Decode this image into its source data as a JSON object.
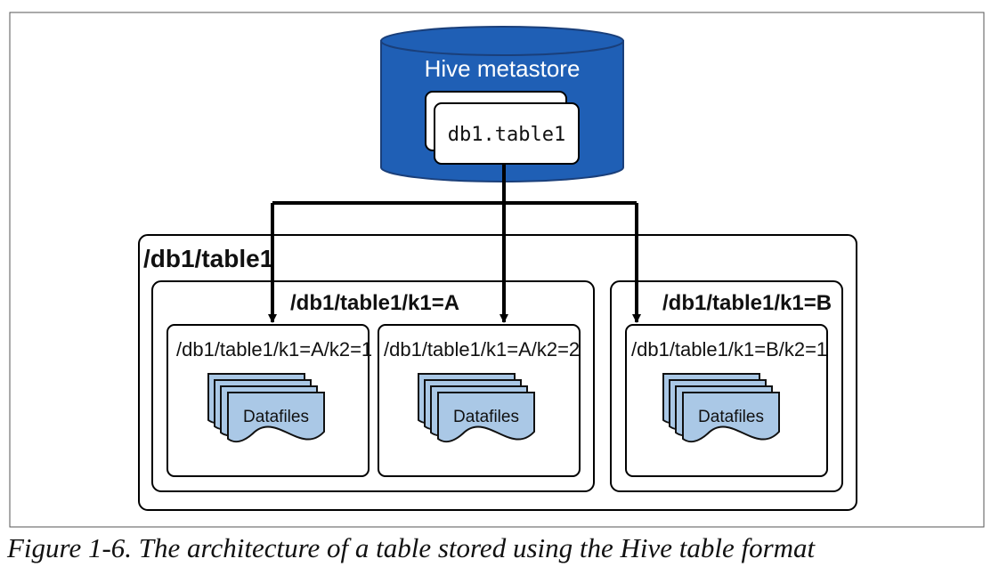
{
  "metastore": {
    "title": "Hive metastore",
    "table_name": "db1.table1"
  },
  "table_root": {
    "label": "/db1/table1"
  },
  "partitions": [
    {
      "label": "/db1/table1/k1=A",
      "subpartitions": [
        {
          "label": "/db1/table1/k1=A/k2=1",
          "files_label": "Datafiles"
        },
        {
          "label": "/db1/table1/k1=A/k2=2",
          "files_label": "Datafiles"
        }
      ]
    },
    {
      "label": "/db1/table1/k1=B",
      "subpartitions": [
        {
          "label": "/db1/table1/k1=B/k2=1",
          "files_label": "Datafiles"
        }
      ]
    }
  ],
  "caption": "Figure 1-6. The architecture of a table stored using the Hive table format",
  "colors": {
    "metastore_fill": "#1f5fb5",
    "datafile_fill": "#aac8e6",
    "stroke": "#000000"
  }
}
